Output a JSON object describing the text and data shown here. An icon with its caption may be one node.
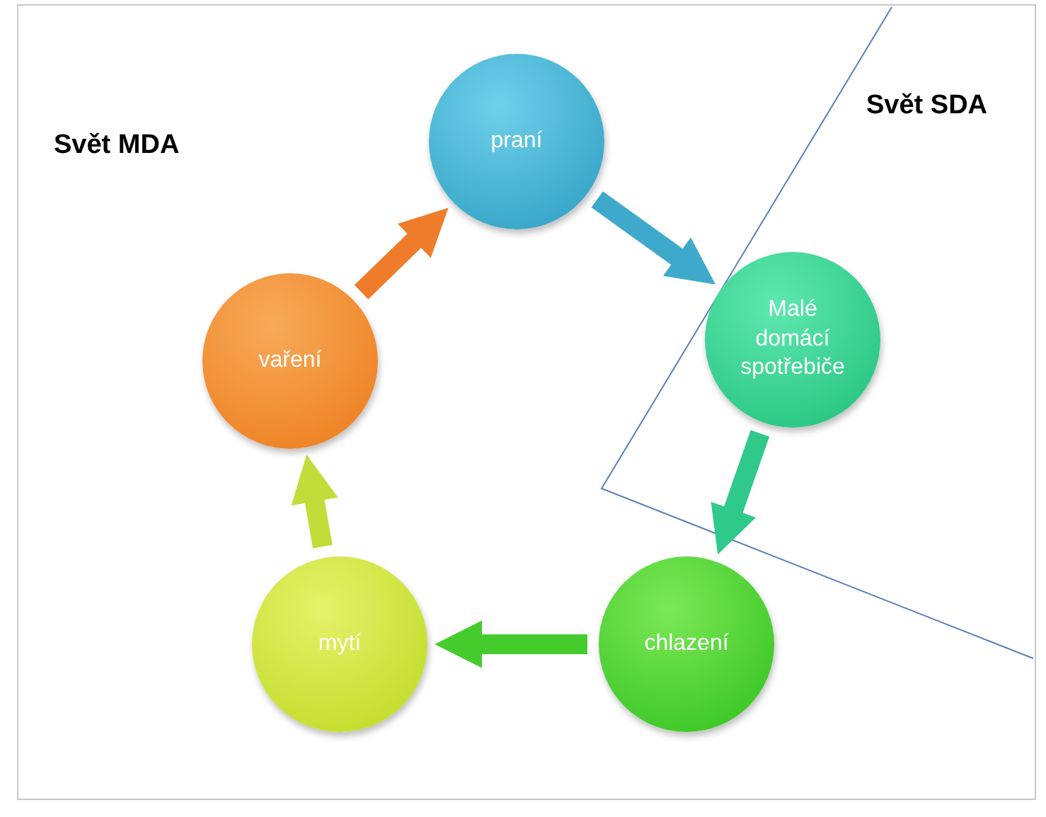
{
  "diagram": {
    "nodes": [
      {
        "text": [
          "praní"
        ]
      },
      {
        "text": [
          "Malé domácí spotřebiče"
        ]
      },
      {
        "text": [
          "chlazení"
        ]
      },
      {
        "text": [
          "mytí"
        ]
      },
      {
        "text": [
          "vaření"
        ]
      }
    ],
    "edges": [
      {
        "from": 0,
        "to": 1,
        "arrow": "to",
        "color": "#3fa9cc"
      },
      {
        "from": 1,
        "to": 2,
        "arrow": "to",
        "color": "#30c98c"
      },
      {
        "from": 2,
        "to": 3,
        "arrow": "to",
        "color": "#45cc2c"
      },
      {
        "from": 3,
        "to": 4,
        "arrow": "to",
        "color": "#c2dc3a"
      },
      {
        "from": 4,
        "to": 0,
        "arrow": "to",
        "color": "#ee7c2a"
      }
    ],
    "labels": [
      "Svět MDA",
      "Svět SDA"
    ]
  }
}
